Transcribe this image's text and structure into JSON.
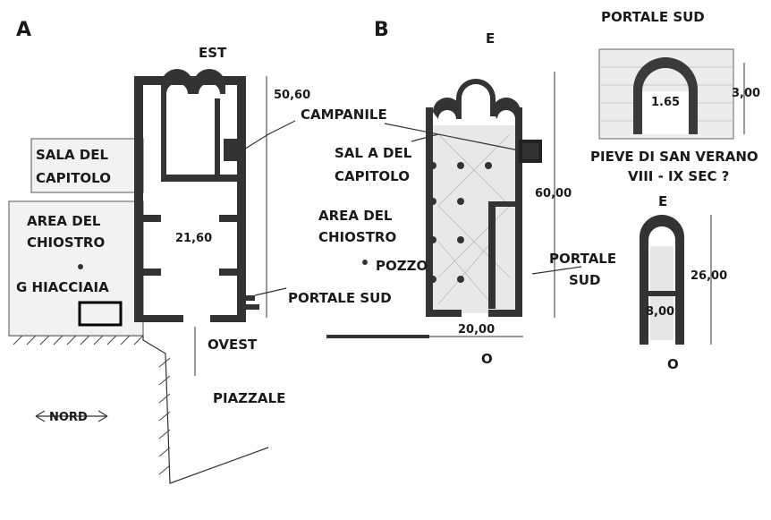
{
  "plan_a": {
    "letter": "A",
    "orientation_top": "EST",
    "orientation_bottom": "OVEST",
    "length_dim": "50,60",
    "width_dim": "21,60",
    "sala_line1": "SALA DEL",
    "sala_line2": "CAPITOLO",
    "area_line1": "AREA DEL",
    "area_line2": "CHIOSTRO",
    "ghiacciaia": "G HIACCIAIA",
    "campanile": "CAMPANILE",
    "portale_sud": "PORTALE SUD",
    "piazzale": "PIAZZALE",
    "nord": "NORD"
  },
  "plan_b": {
    "letter": "B",
    "orientation_top": "E",
    "orientation_bottom": "O",
    "sala_line1": "SAL A DEL",
    "sala_line2": "CAPITOLO",
    "area_line1": "AREA DEL",
    "area_line2": "CHIOSTRO",
    "pozzo": "POZZO",
    "length_dim": "60,00",
    "width_dim": "20,00",
    "portale_line1": "PORTALE",
    "portale_line2": "SUD"
  },
  "portale_detail": {
    "title": "PORTALE SUD",
    "width_dim": "1.65",
    "height_dim": "3,00"
  },
  "pieve": {
    "line1": "PIEVE DI SAN VERANO",
    "line2": "VIII - IX SEC ?",
    "orientation_top": "E",
    "orientation_bottom": "O",
    "length_dim": "26,00",
    "width_dim": "8,00"
  }
}
